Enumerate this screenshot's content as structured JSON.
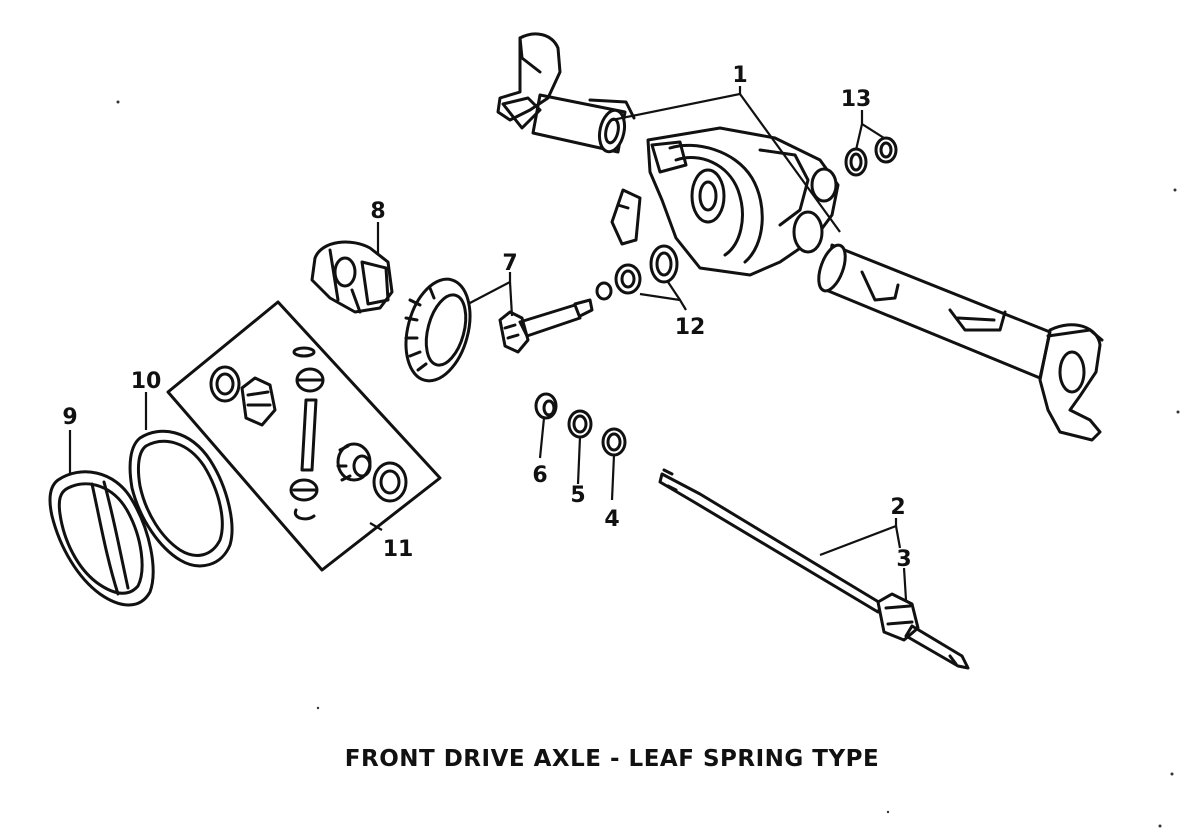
{
  "caption": "FRONT DRIVE AXLE - LEAF SPRING TYPE",
  "callouts": {
    "c1": "1",
    "c2": "2",
    "c3": "3",
    "c4": "4",
    "c5": "5",
    "c6": "6",
    "c7": "7",
    "c8": "8",
    "c9": "9",
    "c10": "10",
    "c11": "11",
    "c12": "12",
    "c13": "13"
  },
  "colors": {
    "ink": "#111111",
    "paper": "#ffffff"
  }
}
